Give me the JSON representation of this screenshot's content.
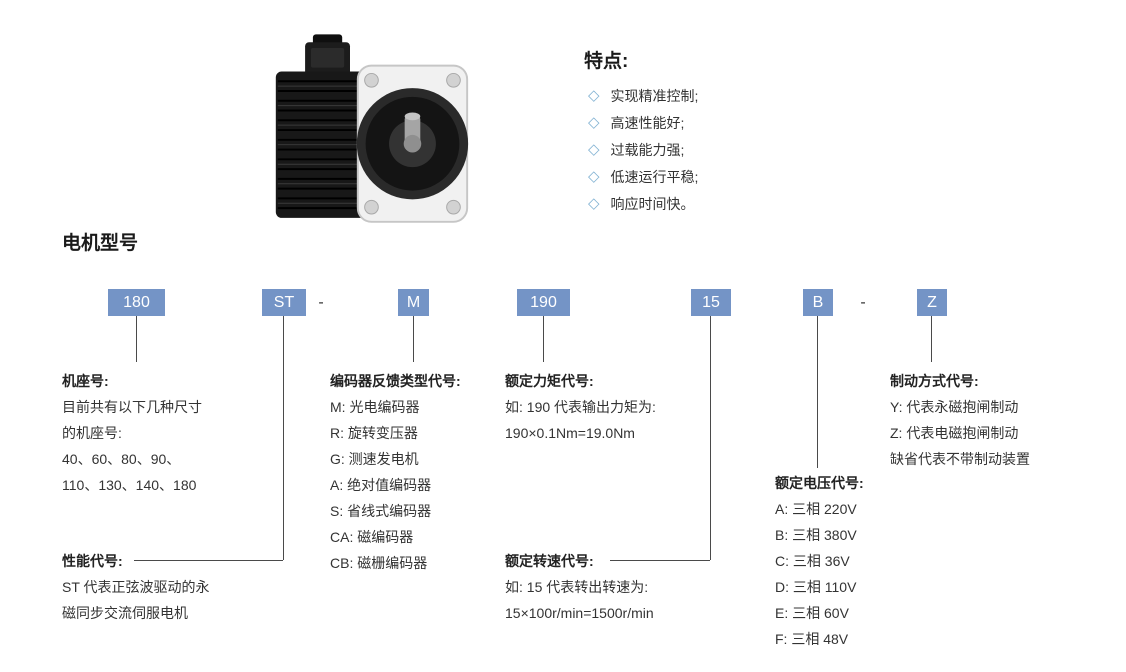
{
  "features": {
    "title": "特点:",
    "items": [
      "实现精准控制;",
      "高速性能好;",
      "过载能力强;",
      "低速运行平稳;",
      "响应时间快。"
    ]
  },
  "section_title": "电机型号",
  "model_code": {
    "segments": [
      "180",
      "ST",
      "-",
      "M",
      "190",
      "15",
      "B",
      "-",
      "Z"
    ]
  },
  "legend": {
    "frame": {
      "title": "机座号:",
      "lines": [
        "目前共有以下几种尺寸",
        "的机座号:",
        "40、60、80、90、",
        "110、130、140、180"
      ]
    },
    "performance": {
      "title": "性能代号:",
      "lines": [
        "ST 代表正弦波驱动的永",
        "磁同步交流伺服电机"
      ]
    },
    "encoder": {
      "title": "编码器反馈类型代号:",
      "lines": [
        "M: 光电编码器",
        "R: 旋转变压器",
        "G: 测速发电机",
        "A: 绝对值编码器",
        "S: 省线式编码器",
        "CA: 磁编码器",
        "CB: 磁栅编码器"
      ]
    },
    "torque": {
      "title": "额定力矩代号:",
      "lines": [
        "如: 190 代表输出力矩为:",
        "190×0.1Nm=19.0Nm"
      ]
    },
    "speed": {
      "title": "额定转速代号:",
      "lines": [
        "如: 15 代表转出转速为:",
        "15×100r/min=1500r/min"
      ]
    },
    "voltage": {
      "title": "额定电压代号:",
      "lines": [
        "A: 三相 220V",
        "B: 三相 380V",
        "C: 三相 36V",
        "D: 三相 110V",
        "E: 三相 60V",
        "F: 三相 48V"
      ]
    },
    "brake": {
      "title": "制动方式代号:",
      "lines": [
        "Y: 代表永磁抱闸制动",
        "Z: 代表电磁抱闸制动",
        "缺省代表不带制动装置"
      ]
    }
  },
  "icons": {
    "diamond_bullet": "◇"
  },
  "colors": {
    "box_blue": "#7494C6",
    "text": "#333333",
    "line": "#4A4A4A",
    "bullet": "#83B3D3"
  }
}
